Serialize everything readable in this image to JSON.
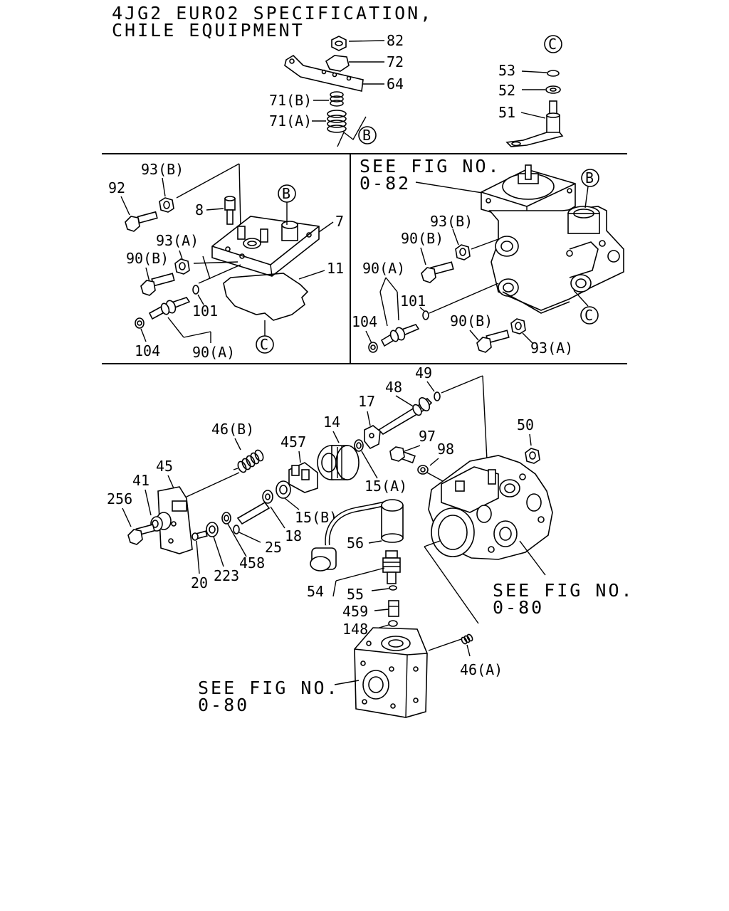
{
  "title": {
    "line1": "4JG2 EURO2 SPECIFICATION,",
    "line2": "CHILE EQUIPMENT"
  },
  "refs": {
    "see_fig_0_82_a": "SEE FIG NO.",
    "see_fig_0_82_b": "0-82",
    "see_fig_0_80_right_a": "SEE FIG NO.",
    "see_fig_0_80_right_b": "0-80",
    "see_fig_0_80_left_a": "SEE FIG NO.",
    "see_fig_0_80_left_b": "0-80"
  },
  "callouts": {
    "B": "B",
    "C": "C"
  },
  "labels": {
    "p82": "82",
    "p72": "72",
    "p64": "64",
    "p71b": "71(B)",
    "p71a": "71(A)",
    "p53": "53",
    "p52": "52",
    "p51": "51",
    "l93b": "93(B)",
    "l92": "92",
    "l8": "8",
    "l7": "7",
    "l93a": "93(A)",
    "l90b": "90(B)",
    "l11": "11",
    "l101": "101",
    "l104": "104",
    "l90a": "90(A)",
    "r93b": "93(B)",
    "r90b_top": "90(B)",
    "r90a": "90(A)",
    "r101": "101",
    "r104": "104",
    "r90b_bot": "90(B)",
    "r93a": "93(A)",
    "b49": "49",
    "b48": "48",
    "b17": "17",
    "b14": "14",
    "b46b": "46(B)",
    "b457": "457",
    "b97": "97",
    "b98": "98",
    "b50": "50",
    "b45": "45",
    "b41": "41",
    "b256": "256",
    "b15a": "15(A)",
    "b15b": "15(B)",
    "b18": "18",
    "b25": "25",
    "b458": "458",
    "b223": "223",
    "b20": "20",
    "b56": "56",
    "b54": "54",
    "b55": "55",
    "b459": "459",
    "b148": "148",
    "b46a": "46(A)"
  }
}
